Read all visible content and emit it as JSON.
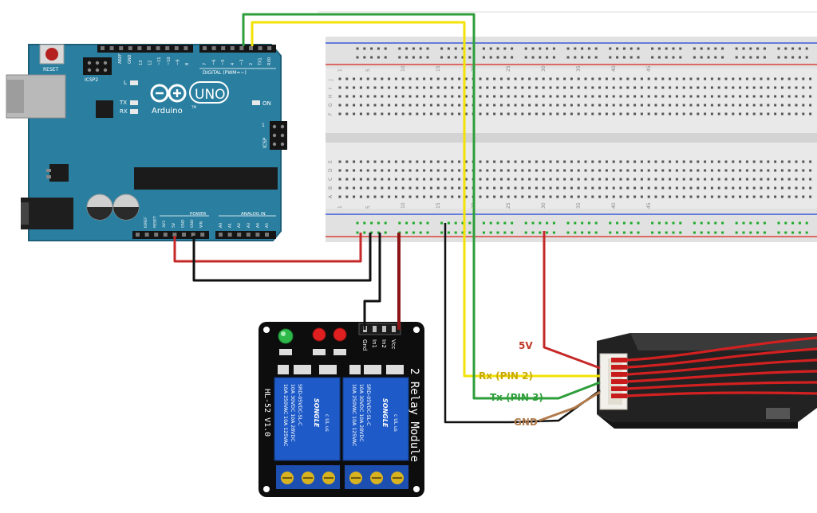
{
  "arduino": {
    "reset_label": "RESET",
    "icsp2_label": "ICSP2",
    "icsp_label": "ICSP",
    "aref_label": "AREF",
    "gnd_label": "GND",
    "digital_label": "DIGITAL (PWM=~)",
    "pin_numbers_top": [
      "13",
      "12",
      "~11",
      "~10",
      "~9",
      "8",
      "7",
      "~6",
      "~5",
      "4",
      "~3",
      "2",
      "TX1",
      "RX0"
    ],
    "logo_text": "UNO",
    "brand": "Arduino",
    "tm": "TM",
    "l_label": "L",
    "tx_label": "TX",
    "rx_label": "RX",
    "on_label": "ON",
    "one_label": "1",
    "power_label": "POWER",
    "analog_label": "ANALOG IN",
    "power_pins": [
      "IOREF",
      "RESET",
      "3V3",
      "5V",
      "GND",
      "GND",
      "VIN"
    ],
    "analog_pins": [
      "A0",
      "A1",
      "A2",
      "A3",
      "A4",
      "A5"
    ]
  },
  "breadboard": {
    "column_numbers": [
      "1",
      "5",
      "10",
      "15",
      "20",
      "25",
      "30",
      "35",
      "40",
      "45"
    ],
    "row_letters_top": [
      "J",
      "I",
      "H",
      "G",
      "F"
    ],
    "row_letters_bottom": [
      "E",
      "D",
      "C",
      "B",
      "A"
    ]
  },
  "relay": {
    "pin_labels": [
      "Gnd",
      "In1",
      "In2",
      "Vcc"
    ],
    "title": "2 Relay Module",
    "board_id": "HL-52 V1.0",
    "relay_text_lines": [
      "10A 250VAC 10A 125VAC",
      "10A 30VDC 10A 28VDC",
      "SRD-05VDC-SL-C"
    ],
    "brand": "SONGLE",
    "cert": "c UL us"
  },
  "sensor_labels": {
    "vcc": "5V",
    "rx": "Rx (PIN 2)",
    "tx": "Tx (PIN 3)",
    "gnd": "GND"
  },
  "colors": {
    "arduino_board": "#2a7fa0",
    "wire_red": "#c62828",
    "wire_black": "#111111",
    "wire_yellow": "#f2e205",
    "wire_green": "#2e9e3a",
    "wire_brown": "#b07a4a",
    "label_red": "#c0392b",
    "label_yellow": "#c9a800",
    "label_green": "#2e9e3a",
    "label_brown": "#b07a4a"
  }
}
